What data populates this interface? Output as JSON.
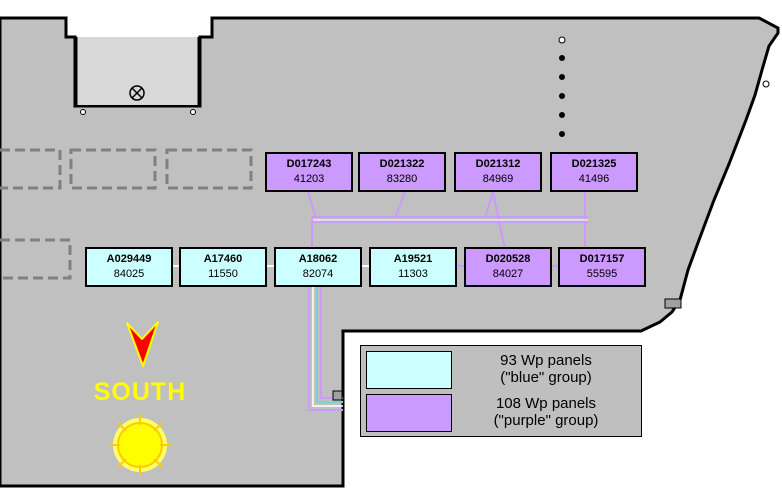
{
  "colors": {
    "roof": "#c0c0c0",
    "blue_panel": "#ccffff",
    "purple_panel": "#cc99ff",
    "south_text": "#ffff00",
    "arrow_fill": "#ff0000",
    "arrow_outline": "#ffff00"
  },
  "panels": {
    "top_row": [
      {
        "id": "D017243",
        "value": "41203",
        "group": "purple"
      },
      {
        "id": "D021322",
        "value": "83280",
        "group": "purple"
      },
      {
        "id": "D021312",
        "value": "84969",
        "group": "purple"
      },
      {
        "id": "D021325",
        "value": "41496",
        "group": "purple"
      }
    ],
    "bottom_row": [
      {
        "id": "A029449",
        "value": "84025",
        "group": "blue"
      },
      {
        "id": "A17460",
        "value": "11550",
        "group": "blue"
      },
      {
        "id": "A18062",
        "value": "82074",
        "group": "blue"
      },
      {
        "id": "A19521",
        "value": "11303",
        "group": "blue"
      },
      {
        "id": "D020528",
        "value": "84027",
        "group": "purple"
      },
      {
        "id": "D017157",
        "value": "55595",
        "group": "purple"
      }
    ]
  },
  "legend": {
    "blue": {
      "line1": "93 Wp panels",
      "line2": "(\"blue\" group)"
    },
    "purple": {
      "line1": "108 Wp panels",
      "line2": "(\"purple\" group)"
    }
  },
  "compass": {
    "label": "SOUTH",
    "icon": "sun-icon",
    "arrow_icon": "south-arrow-icon"
  }
}
